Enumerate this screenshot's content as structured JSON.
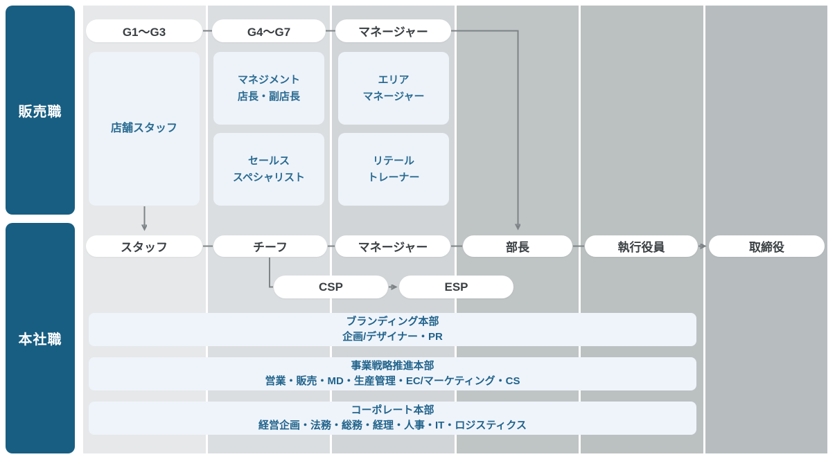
{
  "sidebar": {
    "sales_label": "販売職",
    "head_office_label": "本社職"
  },
  "sales_track": {
    "grade_pills": [
      "G1〜G3",
      "G4〜G7",
      "マネージャー"
    ],
    "store_staff_box": "店舗スタッフ",
    "management_box": "マネジメント\n店長・副店長",
    "sales_specialist_box": "セールス\nスペシャリスト",
    "area_manager_box": "エリア\nマネージャー",
    "retail_trainer_box": "リテール\nトレーナー"
  },
  "head_office_track": {
    "rank_pills": [
      "スタッフ",
      "チーフ",
      "マネージャー",
      "部長",
      "執行役員",
      "取締役"
    ],
    "specialist_pills": [
      "CSP",
      "ESP"
    ],
    "divisions": [
      {
        "title": "ブランディング本部",
        "members": "企画/デザイナー・PR"
      },
      {
        "title": "事業戦略推進本部",
        "members": "営業・販売・MD・生産管理・EC/マーケティング・CS"
      },
      {
        "title": "コーポレート本部",
        "members": "経営企画・法務・総務・経理・人事・IT・ロジスティクス"
      }
    ]
  },
  "colors": {
    "sidebar_bg": "#185e82",
    "sidebar_text": "#ffffff",
    "pill_bg": "#ffffff",
    "pill_text": "#3a3f42",
    "role_box_bg": "#eef3fa",
    "role_box_text": "#2a6b91",
    "division_bar_bg": "#eff4fb",
    "division_bar_text": "#21638b",
    "connector": "#7d8386",
    "column_shades": [
      "#e6e8e9",
      "#dbdee0",
      "#d1d5d7",
      "#bfc4c5",
      "#bbc1c1",
      "#b7bdbe"
    ]
  }
}
